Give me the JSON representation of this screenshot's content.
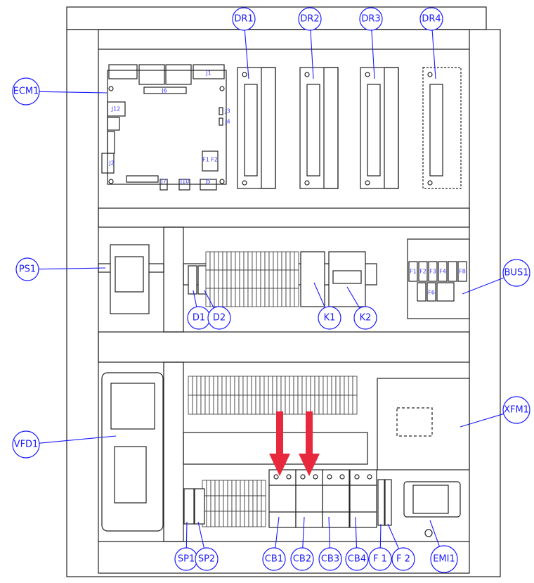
{
  "callouts": {
    "ecm1": "ECM1",
    "dr1": "DR1",
    "dr2": "DR2",
    "dr3": "DR3",
    "dr4": "DR4",
    "ps1": "PS1",
    "d1": "D1",
    "d2": "D2",
    "k1": "K1",
    "k2": "K2",
    "bus1": "BUS1",
    "vfd1": "VFD1",
    "xfm1": "XFM1",
    "sp1": "SP1",
    "sp2": "SP2",
    "cb1": "CB1",
    "cb2": "CB2",
    "cb3": "CB3",
    "cb4": "CB4",
    "f1": "F 1",
    "f2": "F 2",
    "emi1": "EMI1"
  },
  "board_labels": {
    "j1": "J1",
    "j6": "J6",
    "j12": "J12",
    "j3": "J3",
    "j4": "J4",
    "j2": "J2",
    "f1": "F1",
    "f2": "F2",
    "j7": "J7",
    "j10": "J10",
    "j5": "J5"
  },
  "bus_fuses": {
    "f1": "F1",
    "f2": "F2",
    "f3": "F3",
    "f4": "F4",
    "f8": "F8",
    "f6": "F6"
  },
  "colors": {
    "callout": "#1a1aff",
    "arrow": "#e8283c"
  }
}
